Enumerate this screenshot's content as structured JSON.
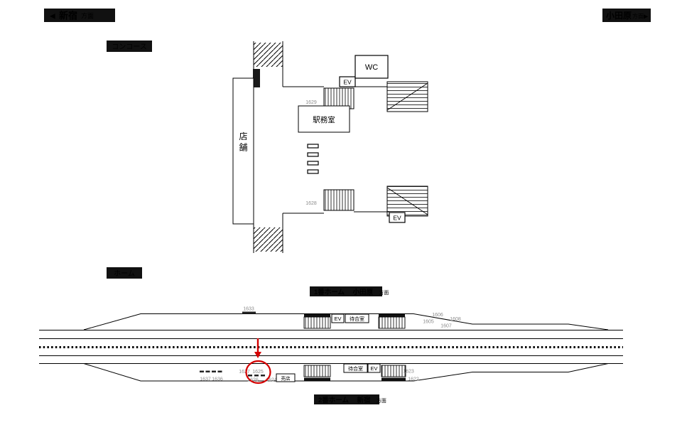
{
  "header": {
    "left": {
      "arrow": "◀",
      "station": "新宿",
      "suffix": "方面"
    },
    "right": {
      "station": "小田原",
      "suffix": "方面",
      "arrow": "▶"
    }
  },
  "section_labels": {
    "concourse": "コンコース",
    "platform": "ホーム"
  },
  "concourse": {
    "shop": "店舗",
    "office": "駅務室",
    "wc": "WC",
    "ev": "EV",
    "numbers": {
      "n1629": "1629",
      "n1628": "1628"
    }
  },
  "platform1": {
    "badge": {
      "name": "1番ホーム",
      "direction": "小田原",
      "suffix": "方面"
    },
    "ev": "EV",
    "waiting_room": "待合室",
    "numbers": {
      "n1633": "1633",
      "n1606": "1606",
      "n1608": "1608",
      "n1605": "1605",
      "n1607": "1607"
    }
  },
  "platform2": {
    "badge": {
      "name": "2番ホーム",
      "direction": "新宿",
      "suffix": "方面"
    },
    "ev": "EV",
    "waiting_room": "待合室",
    "kiosk": "売店",
    "numbers": {
      "n1637": "1637",
      "n1636": "1636",
      "n1627": "1627",
      "n1625": "1625",
      "n1626": "1626",
      "n1624": "1624",
      "n1623": "1623",
      "n1622": "1622"
    }
  },
  "highlight": {
    "circled_board": "1625",
    "color": "#d40000"
  }
}
